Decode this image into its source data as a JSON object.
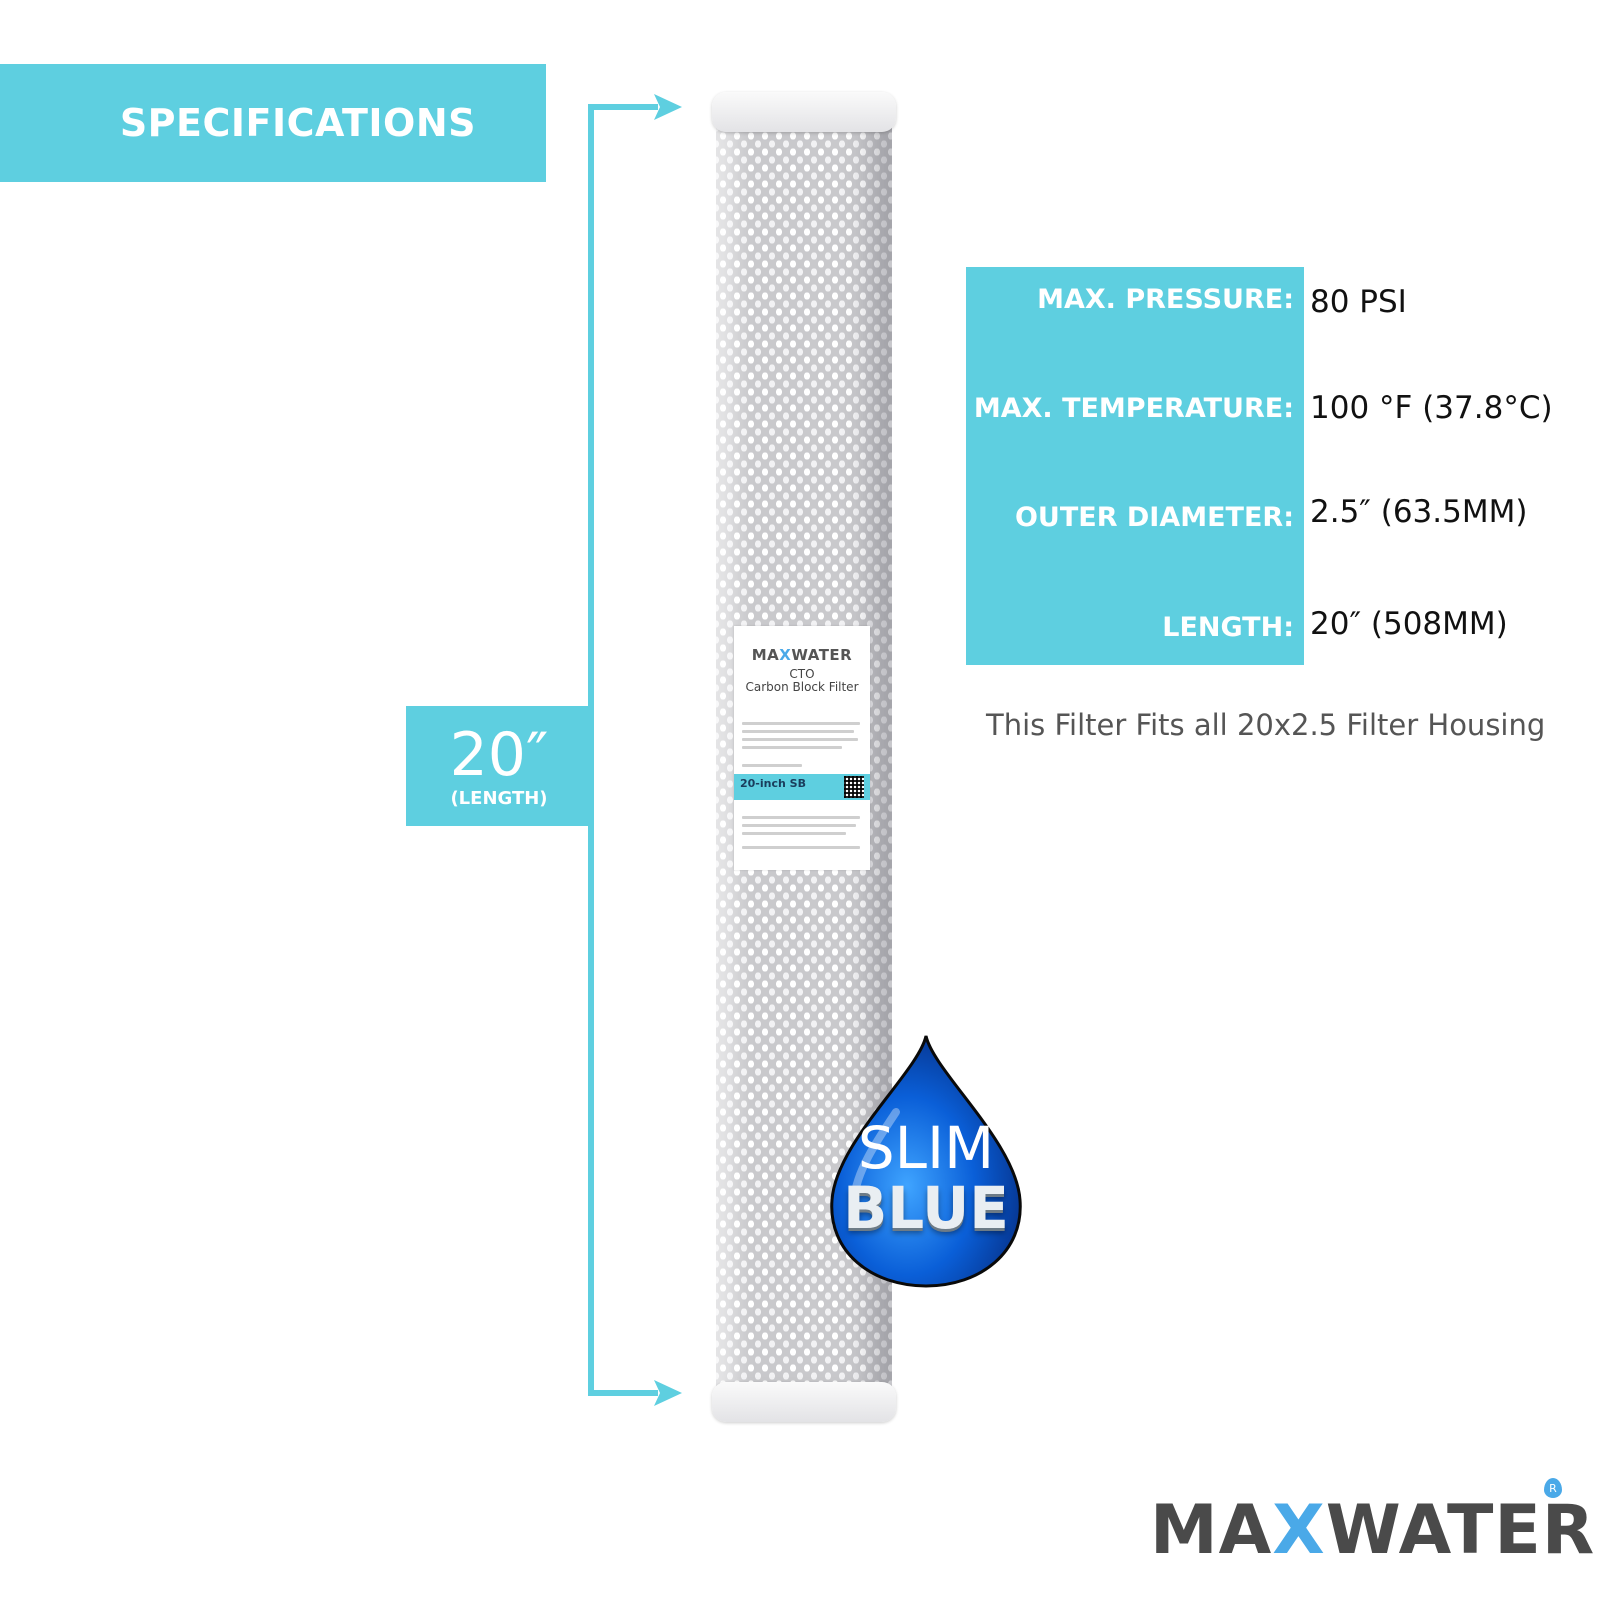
{
  "banner": {
    "title": "SPECIFICATIONS"
  },
  "dimension": {
    "value": "20″",
    "caption": "(LENGTH)"
  },
  "product_label": {
    "brand_a": "MA",
    "brand_x": "X",
    "brand_b": "WATER",
    "model": "CTO",
    "name": "Carbon Block Filter",
    "stripe": "20-inch SB"
  },
  "specs": [
    {
      "label": "MAX. PRESSURE:",
      "value": "80 PSI"
    },
    {
      "label": "MAX. TEMPERATURE:",
      "value": "100 °F (37.8°C)"
    },
    {
      "label": "OUTER DIAMETER:",
      "value": "2.5″ (63.5MM)"
    },
    {
      "label": "LENGTH:",
      "value": "20″ (508MM)"
    }
  ],
  "fit_note": "This Filter Fits all 20x2.5 Filter Housing",
  "badge": {
    "line1": "SLIM",
    "line2": "BLUE"
  },
  "logo": {
    "part_a": "MA",
    "part_x": "X",
    "part_b": "WATER",
    "registered": "R"
  },
  "colors": {
    "accent": "#5ecfe0",
    "logo_gray": "#4a4a4a",
    "logo_blue": "#4aa9e8"
  }
}
